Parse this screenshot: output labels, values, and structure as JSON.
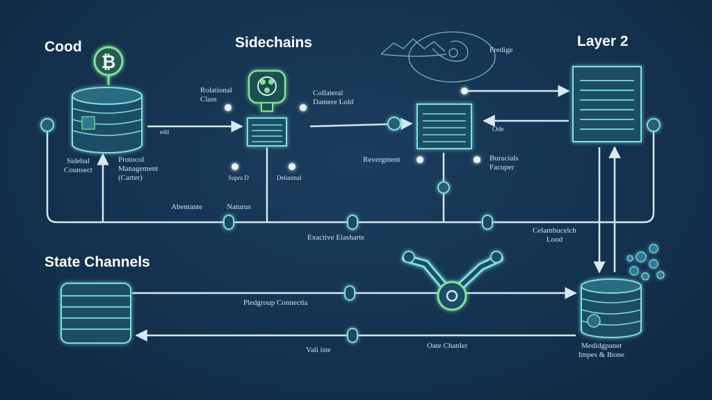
{
  "headings": {
    "cood": "Cood",
    "sidechains": "Sidechains",
    "layer2": "Layer 2",
    "state_channels": "State Channels"
  },
  "labels": {
    "sidebal": "Sidebal\nCounsect",
    "protocol": "Protocol\nManagement\n(Carter)",
    "edd": "edd",
    "rolational": "Rolational\nClass",
    "collateral": "Collateral\nDamere Lold",
    "supra": "Supra D",
    "delunmal": "Delunmal",
    "reverger": "Revergment",
    "buracials": "Buracials\nFacuper",
    "fredige": "Fredige",
    "ode": "Ode",
    "abentante": "Abentante",
    "natorus": "Naturus",
    "exactive": "Exactive Elasharte",
    "celambuce": "Celambucelch\nLood",
    "pledgrup": "Pledgroup Connectia",
    "valiste": "Vali iste",
    "oate": "Oate Chanler",
    "mediggnet": "Medidgpanet\nImpes & Ibone"
  },
  "colors": {
    "accent": "#7fe0e0",
    "accent_dim": "#4fb8c0",
    "line": "#d8e8f0",
    "green": "#7fe39a",
    "background": "#143250"
  }
}
